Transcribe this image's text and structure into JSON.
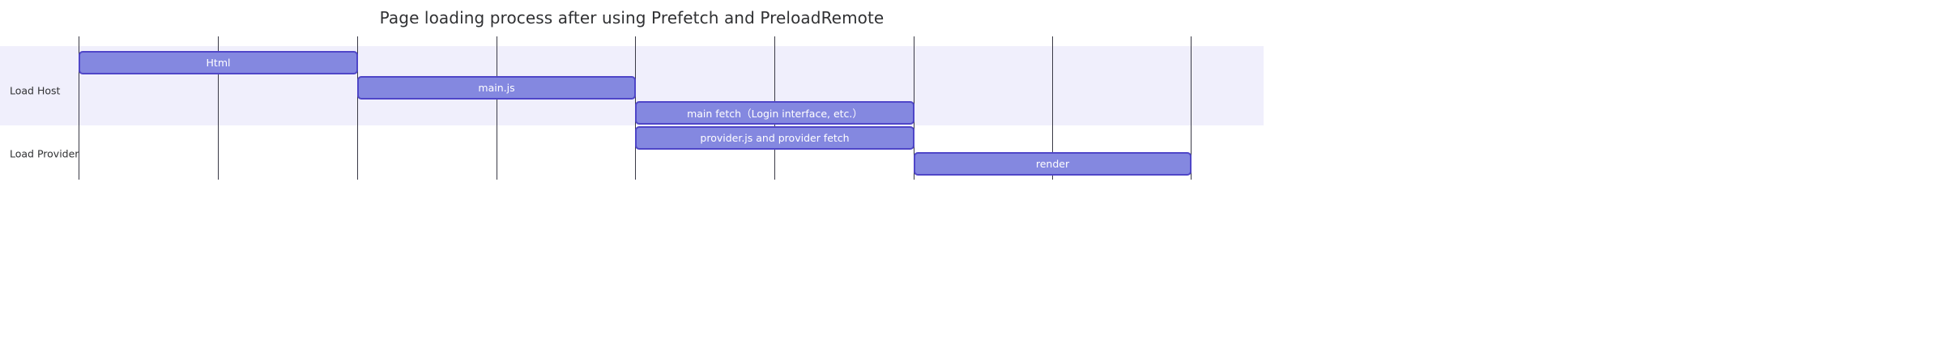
{
  "chart_data": {
    "type": "bar",
    "subtype": "gantt-timeline",
    "title": "Page loading process after using Prefetch and PreloadRemote",
    "xlabel": "",
    "ylabel": "",
    "categories": [
      "Load Host",
      "Load Provider"
    ],
    "grid": true,
    "legend": false,
    "xlim": [
      0,
      9
    ],
    "gridlines": [
      1,
      2,
      3,
      4,
      5,
      6,
      7,
      8,
      9
    ],
    "tick_labels": [],
    "series": [
      {
        "name": "Html",
        "category": "Load Host",
        "start": 1,
        "end": 3,
        "label": "Html"
      },
      {
        "name": "main.js",
        "category": "Load Host",
        "start": 3,
        "end": 5,
        "label": "main.js"
      },
      {
        "name": "main fetch",
        "category": "Load Host",
        "start": 5,
        "end": 7,
        "label": "main fetch（Login interface, etc.）"
      },
      {
        "name": "provider.js and provider fetch",
        "category": "Load Provider",
        "start": 5,
        "end": 7,
        "label": "provider.js and provider fetch"
      },
      {
        "name": "render",
        "category": "Load Provider",
        "start": 7,
        "end": 9,
        "label": "render"
      }
    ]
  },
  "chart": {
    "title": "Page loading process after using Prefetch and PreloadRemote",
    "axis": {
      "categories": [
        {
          "label": "Load Host"
        },
        {
          "label": "Load Provider"
        }
      ]
    },
    "bars": [
      {
        "label": "Html"
      },
      {
        "label": "main.js"
      },
      {
        "label": "main fetch（Login interface, etc.）"
      },
      {
        "label": "provider.js and provider fetch"
      },
      {
        "label": "render"
      }
    ]
  },
  "colors": {
    "bar_fill": "#8488e0",
    "bar_border": "#4f46c8",
    "bar_text": "#ffffff",
    "row_band": "#f0effc",
    "gridline": "#3a3a46",
    "title_text": "#303133",
    "axis_text": "#303133",
    "background": "#ffffff"
  }
}
